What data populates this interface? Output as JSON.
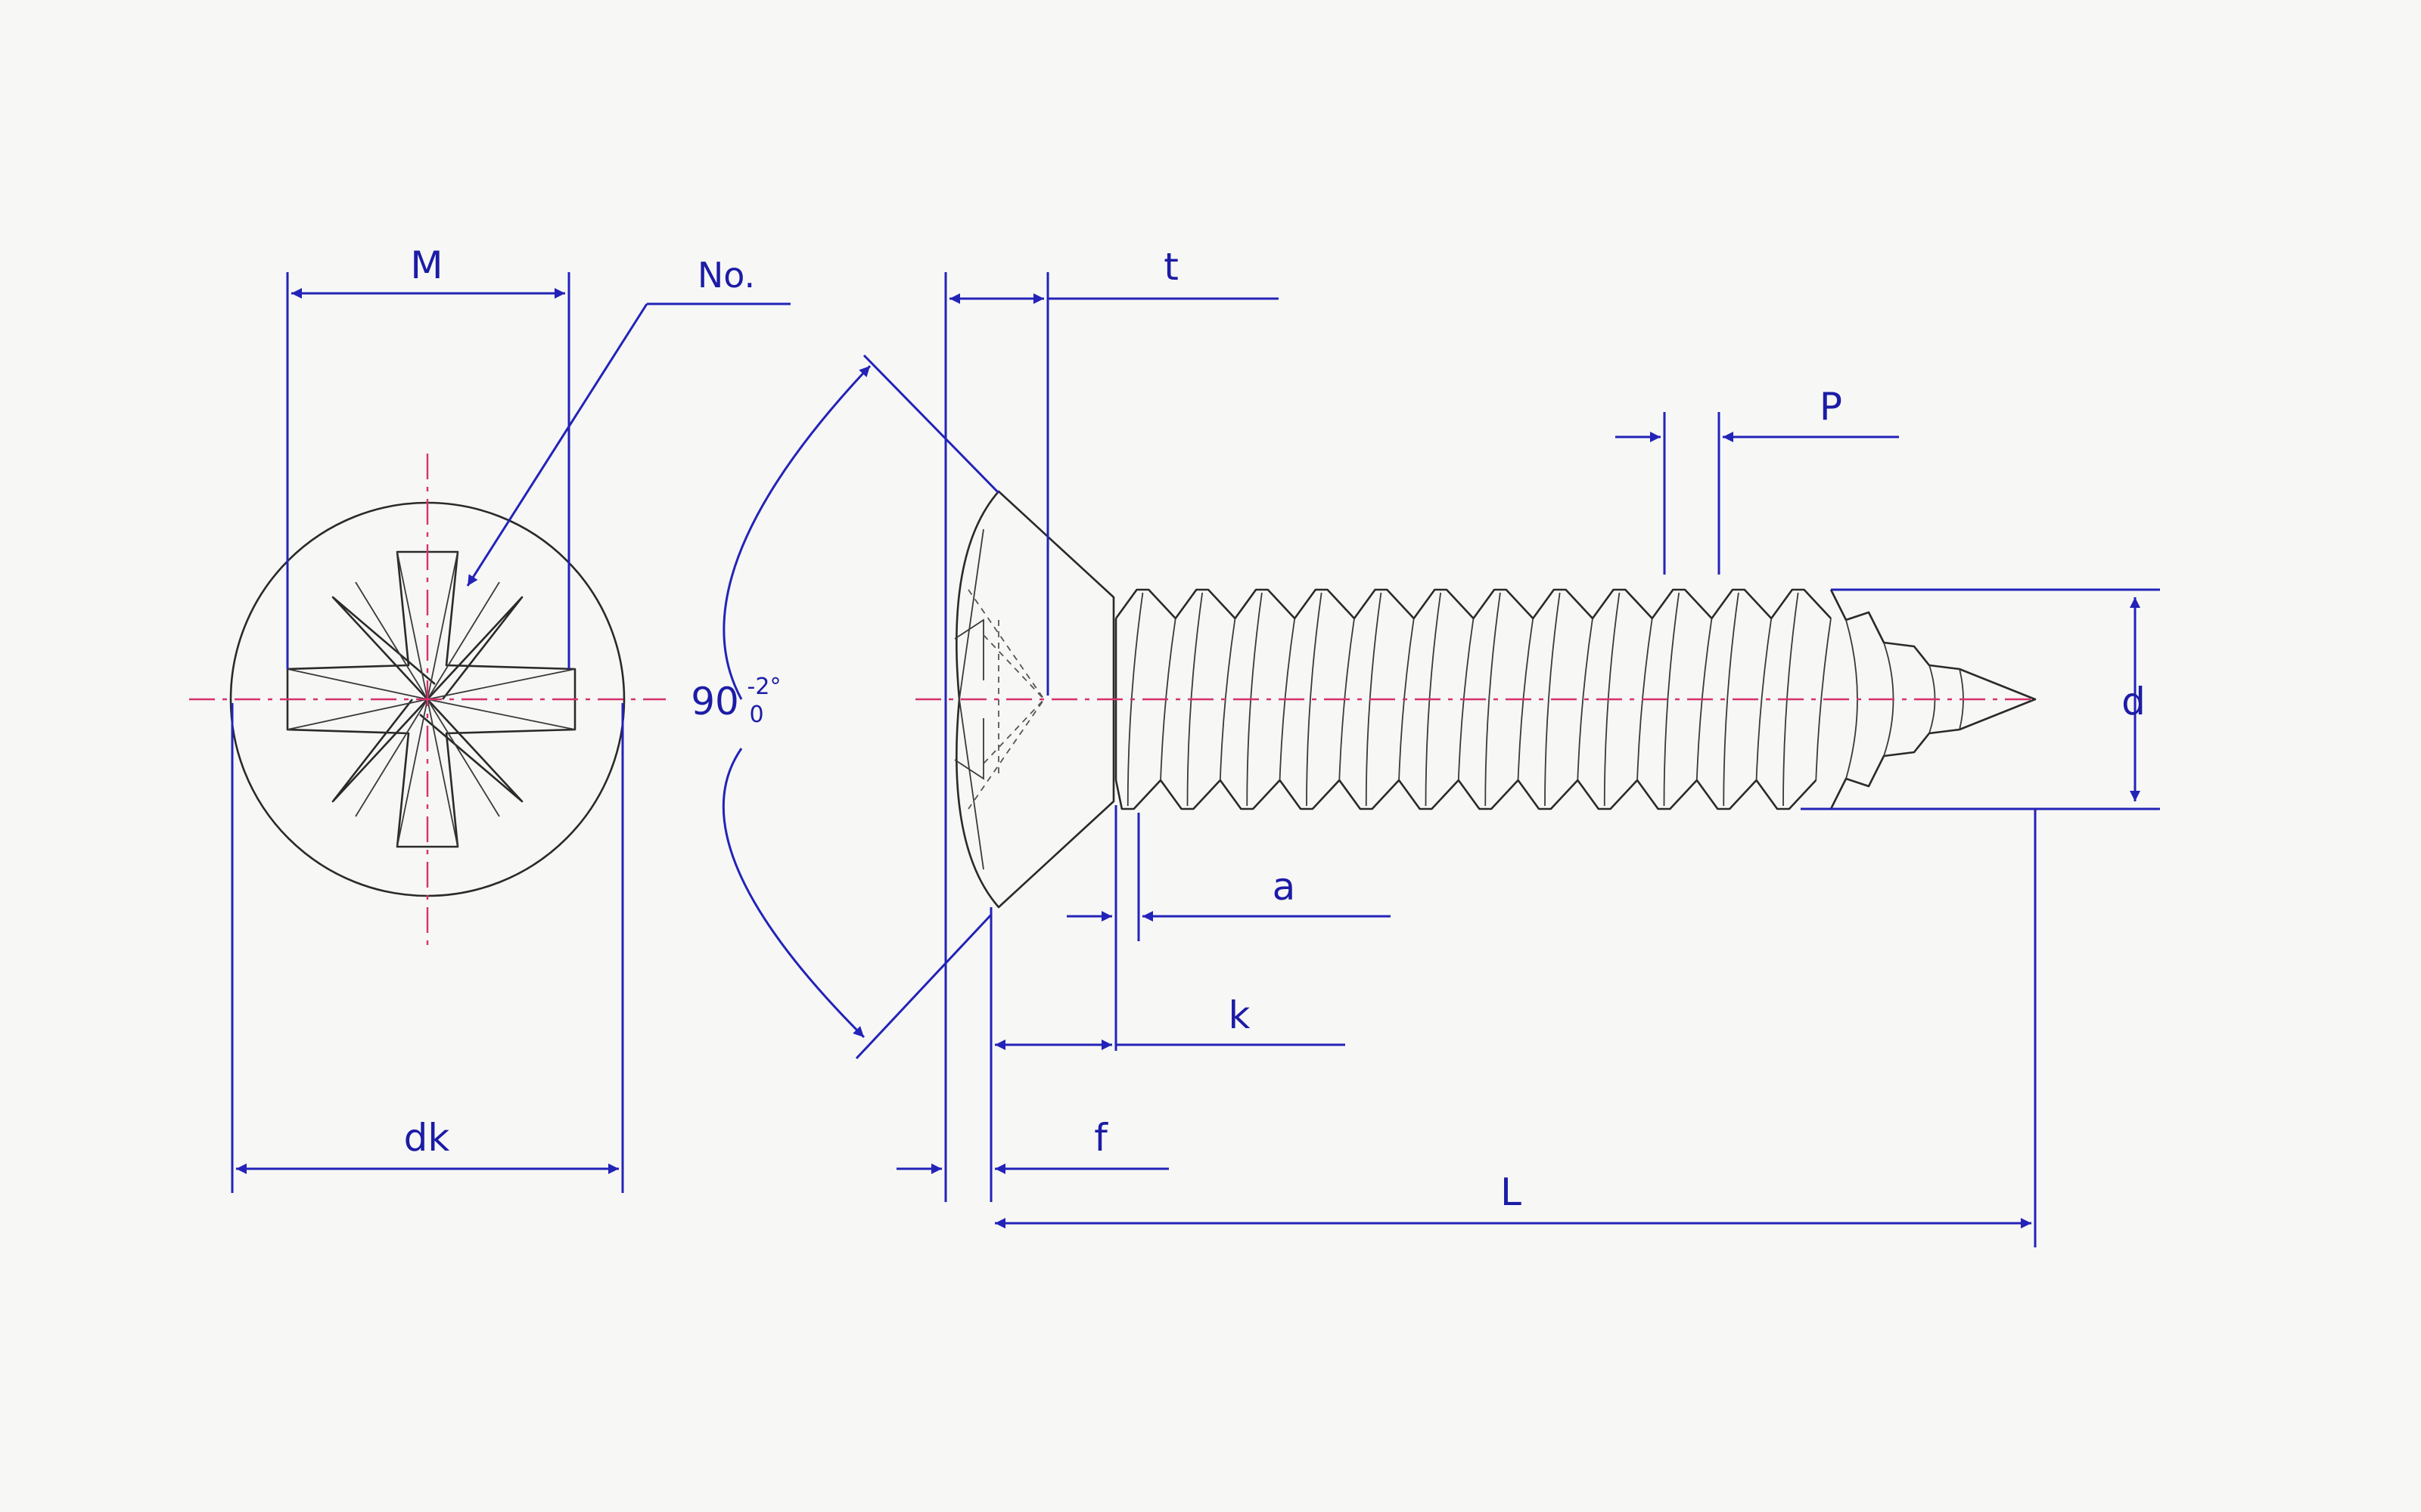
{
  "labels": {
    "M": "M",
    "no": "No.",
    "dk": "dk",
    "t": "t",
    "angle": "90",
    "angle_upper": "-2°",
    "angle_lower": "0",
    "P": "P",
    "d": "d",
    "a": "a",
    "k": "k",
    "f": "f",
    "L": "L"
  },
  "colors": {
    "dimension": "#2323b8",
    "centerline": "#d6326e",
    "outline": "#2a2a2a",
    "background": "#f7f7f6"
  },
  "thread_crests": 12
}
